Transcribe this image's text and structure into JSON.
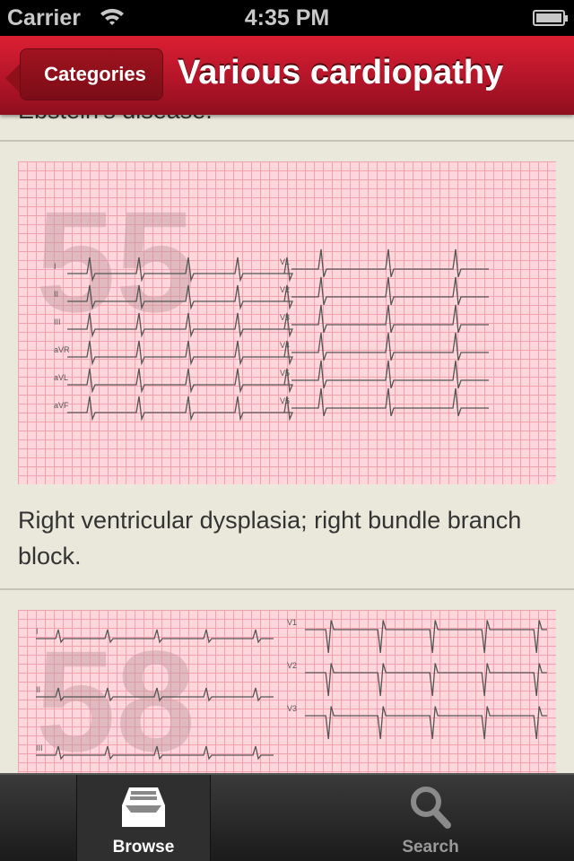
{
  "status": {
    "carrier": "Carrier",
    "time": "4:35 PM"
  },
  "nav": {
    "back": "Categories",
    "title": "Various cardiopathy"
  },
  "items": [
    {
      "caption": "Ebstein's disease."
    },
    {
      "number": "55",
      "caption": "Right ventricular dysplasia; right bundle branch block.",
      "leads_left": [
        "I",
        "II",
        "III",
        "aVR",
        "aVL",
        "aVF"
      ],
      "leads_right": [
        "V1",
        "V2",
        "V3",
        "V4",
        "V5",
        "V6"
      ]
    },
    {
      "number": "58",
      "leads_left": [
        "I",
        "II",
        "III"
      ],
      "leads_right": [
        "V1",
        "V2",
        "V3"
      ]
    }
  ],
  "tabs": [
    {
      "label": "Browse"
    },
    {
      "label": "Search"
    }
  ]
}
